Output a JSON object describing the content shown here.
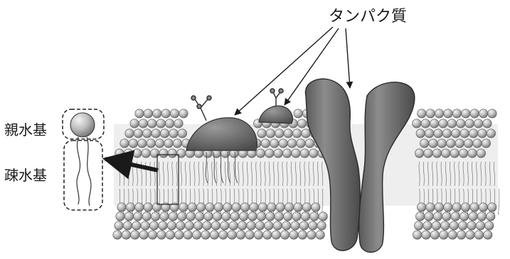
{
  "labels": {
    "protein": "タンパク質",
    "hydrophilic": "親水基",
    "hydrophobic": "疎水基"
  }
}
